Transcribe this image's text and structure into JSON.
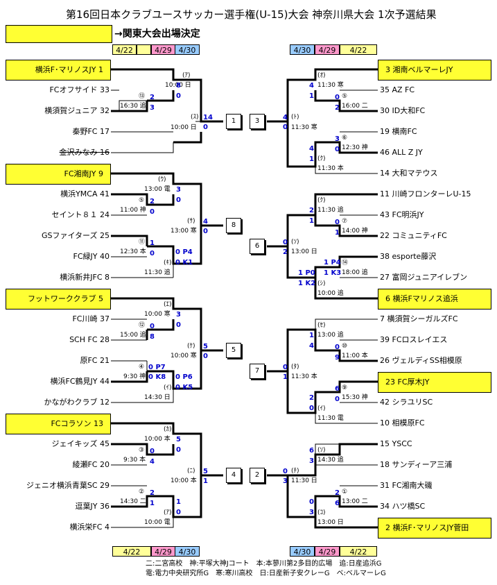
{
  "title": "第16回日本クラブユースサッカー選手権(U-15)大会 神奈川県大会 1次予選結果",
  "legend": "→関東大会出場決定",
  "dates": {
    "d1": "4/22",
    "d2": "4/29",
    "d3": "4/30"
  },
  "left_teams": [
    "横浜F･マリノスJY 1",
    "FCオフサイド 33",
    "横須賀ジュニア 32",
    "秦野FC 17",
    "金沢みなみ 16",
    "FC湘南JY 9",
    "横浜YMCA 41",
    "セイント８１ 24",
    "GSファイターズ 25",
    "FC緑JY 40",
    "横浜新井JFC 8",
    "フットワーククラブ 5",
    "FC川崎 37",
    "SCH FC 28",
    "原FC 21",
    "横浜FC鶴見JY 44",
    "かながわクラブ 12",
    "FCコラソン 13",
    "ジェイキッズ 45",
    "綾瀬FC 20",
    "ジェニオ横浜青葉SC 29",
    "逗葉JY 36",
    "横浜栄FC 4"
  ],
  "right_teams": [
    "3 湘南ベルマーレJY",
    "35 AZ FC",
    "30 ID大和FC",
    "19 横南FC",
    "46 ALL Z JY",
    "14 大和マテウス",
    "11 川崎フロンターレU-15",
    "43 FC明浜JY",
    "22 コミュニティFC",
    "38 esporte藤沢",
    "27 富岡ジュニアイレブン",
    "6 横浜Fマリノス追浜",
    "7 横須賀シーガルズFC",
    "39 FCロスレイエス",
    "26 ヴェルディSS相模原",
    "23 FC厚木JY",
    "42 シラユリSC",
    "10 相模原FC",
    "15 YSCC",
    "18 サンディーア三浦",
    "31 FC湘南大磯",
    "34 ハツ橋SC",
    "2 横浜F･マリノスJY菅田"
  ],
  "left_games": [
    {
      "id": "(ｱ)",
      "time": "10:00 日",
      "s1": "8",
      "s2": "0"
    },
    {
      "id": "⑬",
      "time": "16:30 追",
      "s1": "2",
      "s2": "3"
    },
    {
      "id": "(ｽ)",
      "time": "10:00 日",
      "s1": "14",
      "s2": "0"
    },
    {
      "id": "(ｳ)",
      "time": "13:00 電",
      "s1": "3",
      "s2": "0"
    },
    {
      "id": "⑤",
      "time": "11:00 神",
      "s1": "2",
      "s2": "0"
    },
    {
      "id": "⑪",
      "time": "12:30 本",
      "s1": "1",
      "s2": "0"
    },
    {
      "id": "(ｷ)",
      "time": "11:30 追",
      "s1": "0 P4",
      "s2": "0 K1"
    },
    {
      "id": "(ｻ)",
      "time": "13:00 寒",
      "s1": "4",
      "s2": "0"
    },
    {
      "id": "(ｴ)",
      "time": "10:00 寒",
      "s1": "3",
      "s2": "0"
    },
    {
      "id": "⑫",
      "time": "15:00 追",
      "s1": "0",
      "s2": "8"
    },
    {
      "id": "④",
      "time": "9:30 神",
      "s1": "0 P7",
      "s2": "0 K8"
    },
    {
      "id": "(ｲ)",
      "time": "14:30 日",
      "s1": "0 P6",
      "s2": "0 K5"
    },
    {
      "id": "(ｹ)",
      "time": "10:00 寒",
      "s1": "5",
      "s2": "0"
    },
    {
      "id": "(ｶ)",
      "time": "10:00 本",
      "s1": "5",
      "s2": "0"
    },
    {
      "id": "③",
      "time": "9:30 本",
      "s1": "0",
      "s2": "4"
    },
    {
      "id": "②",
      "time": "14:30 二",
      "s1": "2",
      "s2": "1"
    },
    {
      "id": "(ｱ)",
      "time": "10:00 電",
      "s1": "1",
      "s2": "0"
    },
    {
      "id": "(ﾆ)",
      "time": "10:00 本",
      "s1": "5",
      "s2": "1"
    }
  ],
  "right_games": [
    {
      "id": "(ｵ)",
      "time": "11:30 寒",
      "s1": "4",
      "s2": "1"
    },
    {
      "id": "⑤",
      "time": "16:00 二",
      "s1": "0",
      "s2": "2"
    },
    {
      "id": "(ﾄ)",
      "time": "11:30 寒",
      "s1": "4",
      "s2": "0"
    },
    {
      "id": "⑥",
      "time": "12:30 神",
      "s1": "3",
      "s2": "0"
    },
    {
      "id": "(ｸ)",
      "time": "11:30 本",
      "s1": "4",
      "s2": "1"
    },
    {
      "id": "(ｸ)",
      "time": "11:30 追",
      "s1": "2",
      "s2": "1"
    },
    {
      "id": "⑦",
      "time": "14:00 神",
      "s1": "0",
      "s2": "1"
    },
    {
      "id": "(ｿ)",
      "time": "13:00 日",
      "s1": "0",
      "s2": "2"
    },
    {
      "id": "⑭",
      "time": "18:00 追",
      "s1": "1 P4",
      "s2": "1 K3"
    },
    {
      "id": "(ｼ)",
      "time": "10:00 追",
      "s1": "1 P0",
      "s2": "1 K2"
    },
    {
      "id": "(ｾ)",
      "time": "13:00 追",
      "s1": "1",
      "s2": "4"
    },
    {
      "id": "⑩",
      "time": "11:00 本",
      "s1": "0",
      "s2": "9"
    },
    {
      "id": "(ﾀ)",
      "time": "11:30 本",
      "s1": "0",
      "s2": "1"
    },
    {
      "id": "⑨",
      "time": "15:30 神",
      "s1": "6",
      "s2": "0"
    },
    {
      "id": "(ｲ)",
      "time": "11:30 電",
      "s1": "2",
      "s2": "0"
    },
    {
      "id": "(ｿ)",
      "time": "14:30 追",
      "s1": "6",
      "s2": "3"
    },
    {
      "id": "①",
      "time": "13:00 二",
      "s1": "2",
      "s2": "6"
    },
    {
      "id": "(ﾁ)",
      "time": "11:30 日",
      "s1": "0",
      "s2": "3"
    },
    {
      "id": "(ｺ)",
      "time": "13:00 日",
      "s1": "0",
      "s2": "3"
    }
  ],
  "block_numbers": [
    "1",
    "3",
    "8",
    "6",
    "5",
    "7",
    "4",
    "2"
  ],
  "footer": {
    "line1": "二:二宮高校　神:平塚大神Jコート　本:本蓼川第2多目的広場　追:日産追浜G",
    "line2": "電:電力中央研究所G　寒:寒川高校　日:日産新子安クレーG　ベ:ベルマーレG"
  }
}
